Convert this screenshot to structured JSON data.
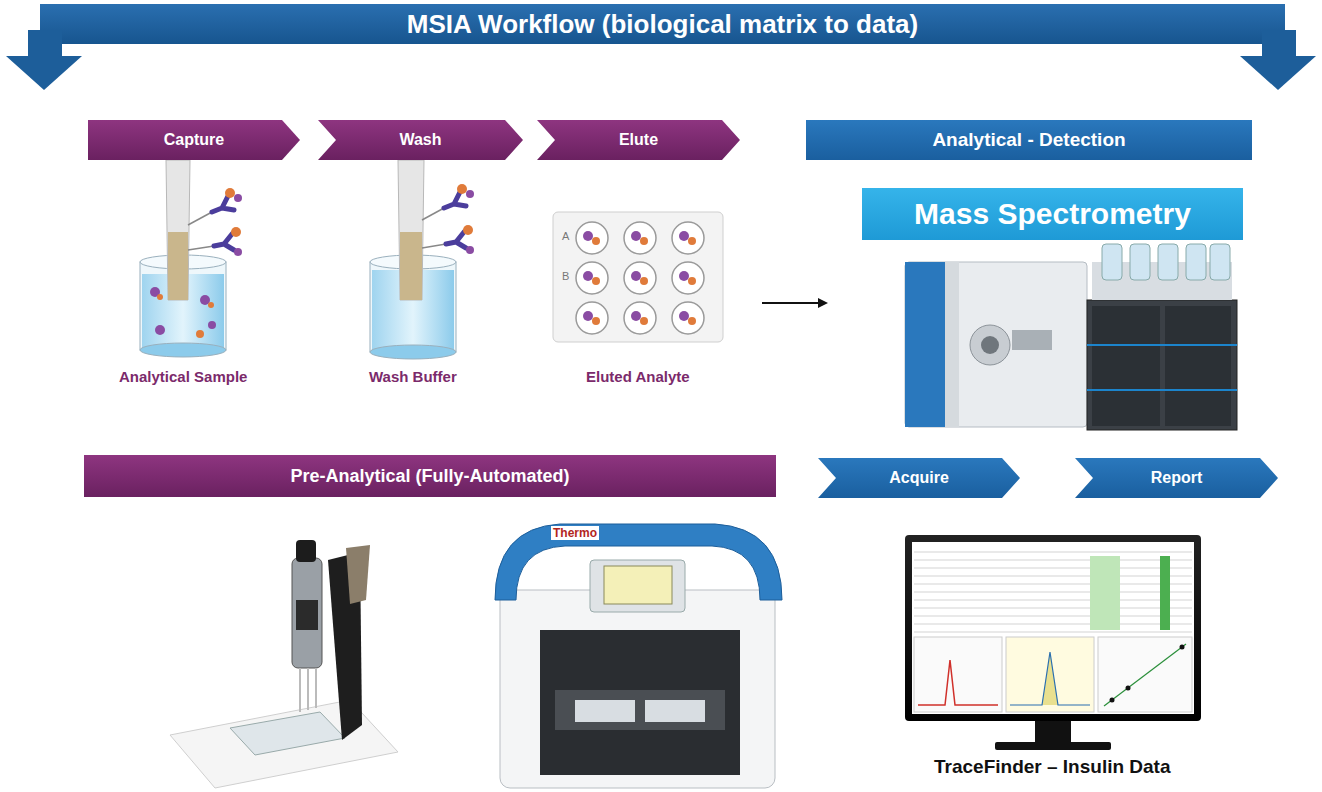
{
  "diagram": {
    "title": "MSIA Workflow (biological matrix to data)",
    "nodes": [
      {
        "text": [
          "Capture"
        ]
      },
      {
        "text": [
          "Wash"
        ]
      },
      {
        "text": [
          "Elute"
        ]
      },
      {
        "text": [
          "Analytical - Detection"
        ]
      },
      {
        "text": [
          "Mass Spectrometry"
        ]
      },
      {
        "text": [
          "Pre-Analytical (Fully-Automated)"
        ]
      },
      {
        "text": [
          "Acquire"
        ]
      },
      {
        "text": [
          "Report"
        ]
      }
    ],
    "labels": [
      "Analytical Sample",
      "Wash Buffer",
      "Eluted Analyte",
      "A",
      "B",
      "Thermo",
      "TraceFinder – Insulin Data"
    ]
  }
}
